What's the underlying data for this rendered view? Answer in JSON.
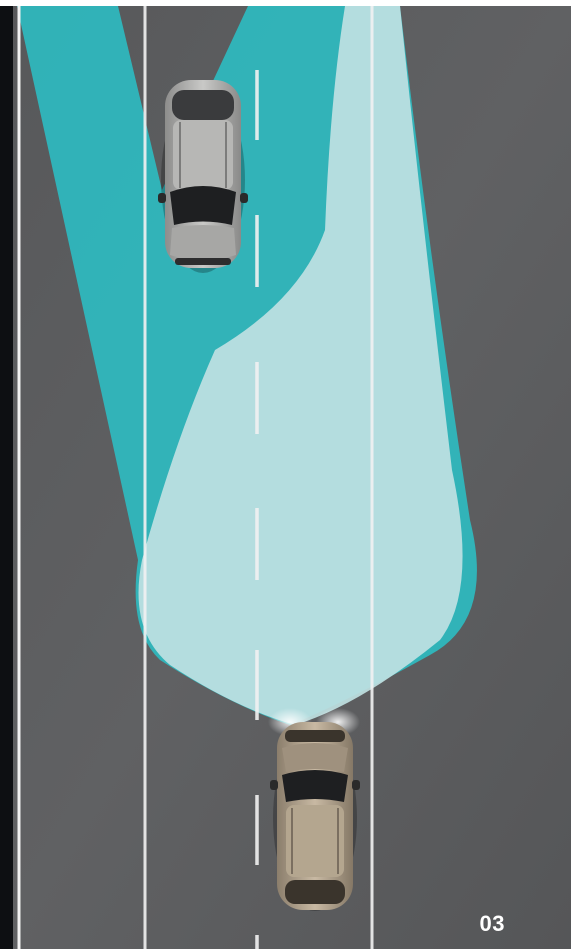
{
  "page_number": "03",
  "colors": {
    "road": "#5b5c5e",
    "left_edge_dark": "#0d0f12",
    "lane_lines": "#f2f2f2",
    "beam_outer": "#2fb7bd",
    "beam_inner": "#b9dfe0",
    "car_body_oncoming": "#a9a9a7",
    "car_body_own": "#a89a86",
    "page_number_text": "#ffffff"
  },
  "scene": {
    "description_icon": "adaptive-headlight-beam-illustration",
    "vehicles": [
      "oncoming-car",
      "own-car"
    ]
  }
}
